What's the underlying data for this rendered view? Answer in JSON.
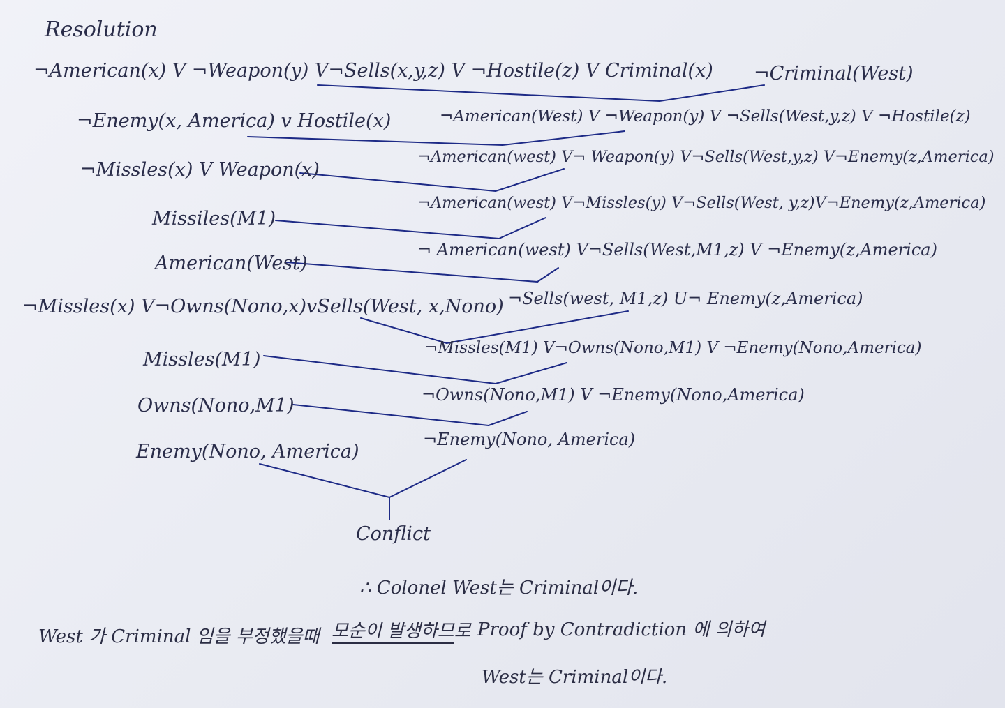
{
  "title": "Resolution",
  "left_clauses": [
    "¬American(x) V ¬Weapon(y) V¬Sells(x,y,z) V ¬Hostile(z) V Criminal(x)",
    "¬Enemy(x, America) v Hostile(x)",
    "¬Missles(x) V Weapon(x)",
    "Missiles(M1)",
    "American(West)",
    "¬Missles(x) V¬Owns(Nono,x)vSells(West, x,Nono)",
    "Missles(M1)",
    "Owns(Nono,M1)",
    "Enemy(Nono, America)"
  ],
  "goal_clause": "¬Criminal(West)",
  "resolvents": [
    "¬American(West) V ¬Weapon(y) V ¬Sells(West,y,z) V ¬Hostile(z)",
    "¬American(west) V¬ Weapon(y) V¬Sells(West,y,z) V¬Enemy(z,America)",
    "¬American(west) V¬Missles(y) V¬Sells(West, y,z)V¬Enemy(z,America)",
    "¬ American(west) V¬Sells(West,M1,z) V ¬Enemy(z,America)",
    "¬Sells(west, M1,z) U¬ Enemy(z,America)",
    "¬Missles(M1) V¬Owns(Nono,M1) V ¬Enemy(Nono,America)",
    "¬Owns(Nono,M1) V ¬Enemy(Nono,America)",
    "¬Enemy(Nono, America)"
  ],
  "conflict": "Conflict",
  "conclusion_1": "∴ Colonel West는 Criminal이다.",
  "conclusion_2a": "West 가 Criminal 임을 부정했을때",
  "conclusion_2b": "모순이 발생하므로",
  "conclusion_2c": "Proof by Contradiction 에 의하여",
  "conclusion_3": "West는 Criminal이다.",
  "ink_color": "#1d2a86"
}
